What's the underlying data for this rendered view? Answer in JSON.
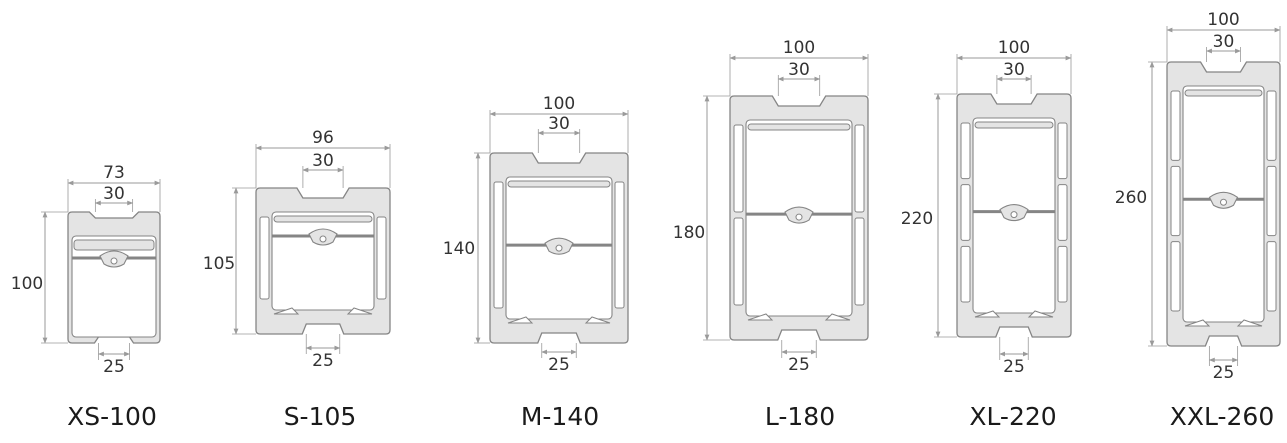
{
  "colors": {
    "profile_fill": "#e4e4e4",
    "profile_stroke": "#858585",
    "dimension_line": "#9a9a9a",
    "text": "#333333"
  },
  "profiles": [
    {
      "name": "XS-100",
      "width": "73",
      "slot_top": "30",
      "height": "100",
      "slot_bottom": "25"
    },
    {
      "name": "S-105",
      "width": "96",
      "slot_top": "30",
      "height": "105",
      "slot_bottom": "25"
    },
    {
      "name": "M-140",
      "width": "100",
      "slot_top": "30",
      "height": "140",
      "slot_bottom": "25"
    },
    {
      "name": "L-180",
      "width": "100",
      "slot_top": "30",
      "height": "180",
      "slot_bottom": "25"
    },
    {
      "name": "XL-220",
      "width": "100",
      "slot_top": "30",
      "height": "220",
      "slot_bottom": "25"
    },
    {
      "name": "XXL-260",
      "width": "100",
      "slot_top": "30",
      "height": "260",
      "slot_bottom": "25"
    }
  ]
}
